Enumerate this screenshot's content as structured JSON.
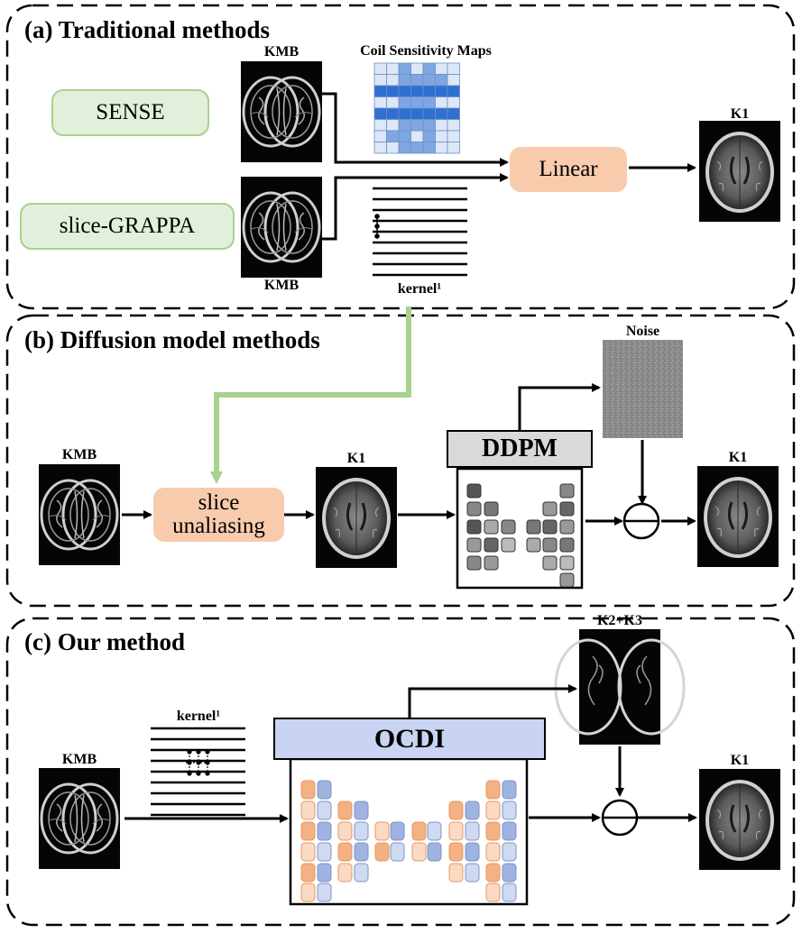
{
  "panels": {
    "a": {
      "title": "(a) Traditional  methods",
      "sense": "SENSE",
      "slice_grappa": "slice-GRAPPA",
      "kmb_top": "KMB",
      "kmb_bottom": "KMB",
      "coil_maps": "Coil Sensitivity Maps",
      "kernel": "kernel¹",
      "linear": "Linear",
      "k1": "K1"
    },
    "b": {
      "title": "(b) Diffusion model methods",
      "kmb": "KMB",
      "slice_unaliasing_line1": "slice",
      "slice_unaliasing_line2": "unaliasing",
      "k1_mid": "K1",
      "ddpm": "DDPM",
      "noise": "Noise",
      "k1_out": "K1"
    },
    "c": {
      "title": "(c) Our method",
      "kernel": "kernel¹",
      "kmb": "KMB",
      "ocdi": "OCDI",
      "k2k3": "K2+K3",
      "k1": "K1"
    }
  },
  "colors": {
    "green_box_fill": "#e2efda",
    "green_box_border": "#a9d18e",
    "green_arrow": "#a9d18e",
    "peach": "#f8cbad",
    "ddpm_header": "#d9d9d9",
    "ocdi_header": "#c9d3f2",
    "coil_dark": "#2f6fd1",
    "coil_mid": "#7fa6e2",
    "coil_light": "#dce7f7",
    "orange_block": "#f4b183",
    "blue_block": "#9fb3e0"
  },
  "icons": [
    "brain-mri-image",
    "noise-image",
    "coil-grid",
    "kernel-lines",
    "unet-blocks",
    "subtract-circle"
  ]
}
